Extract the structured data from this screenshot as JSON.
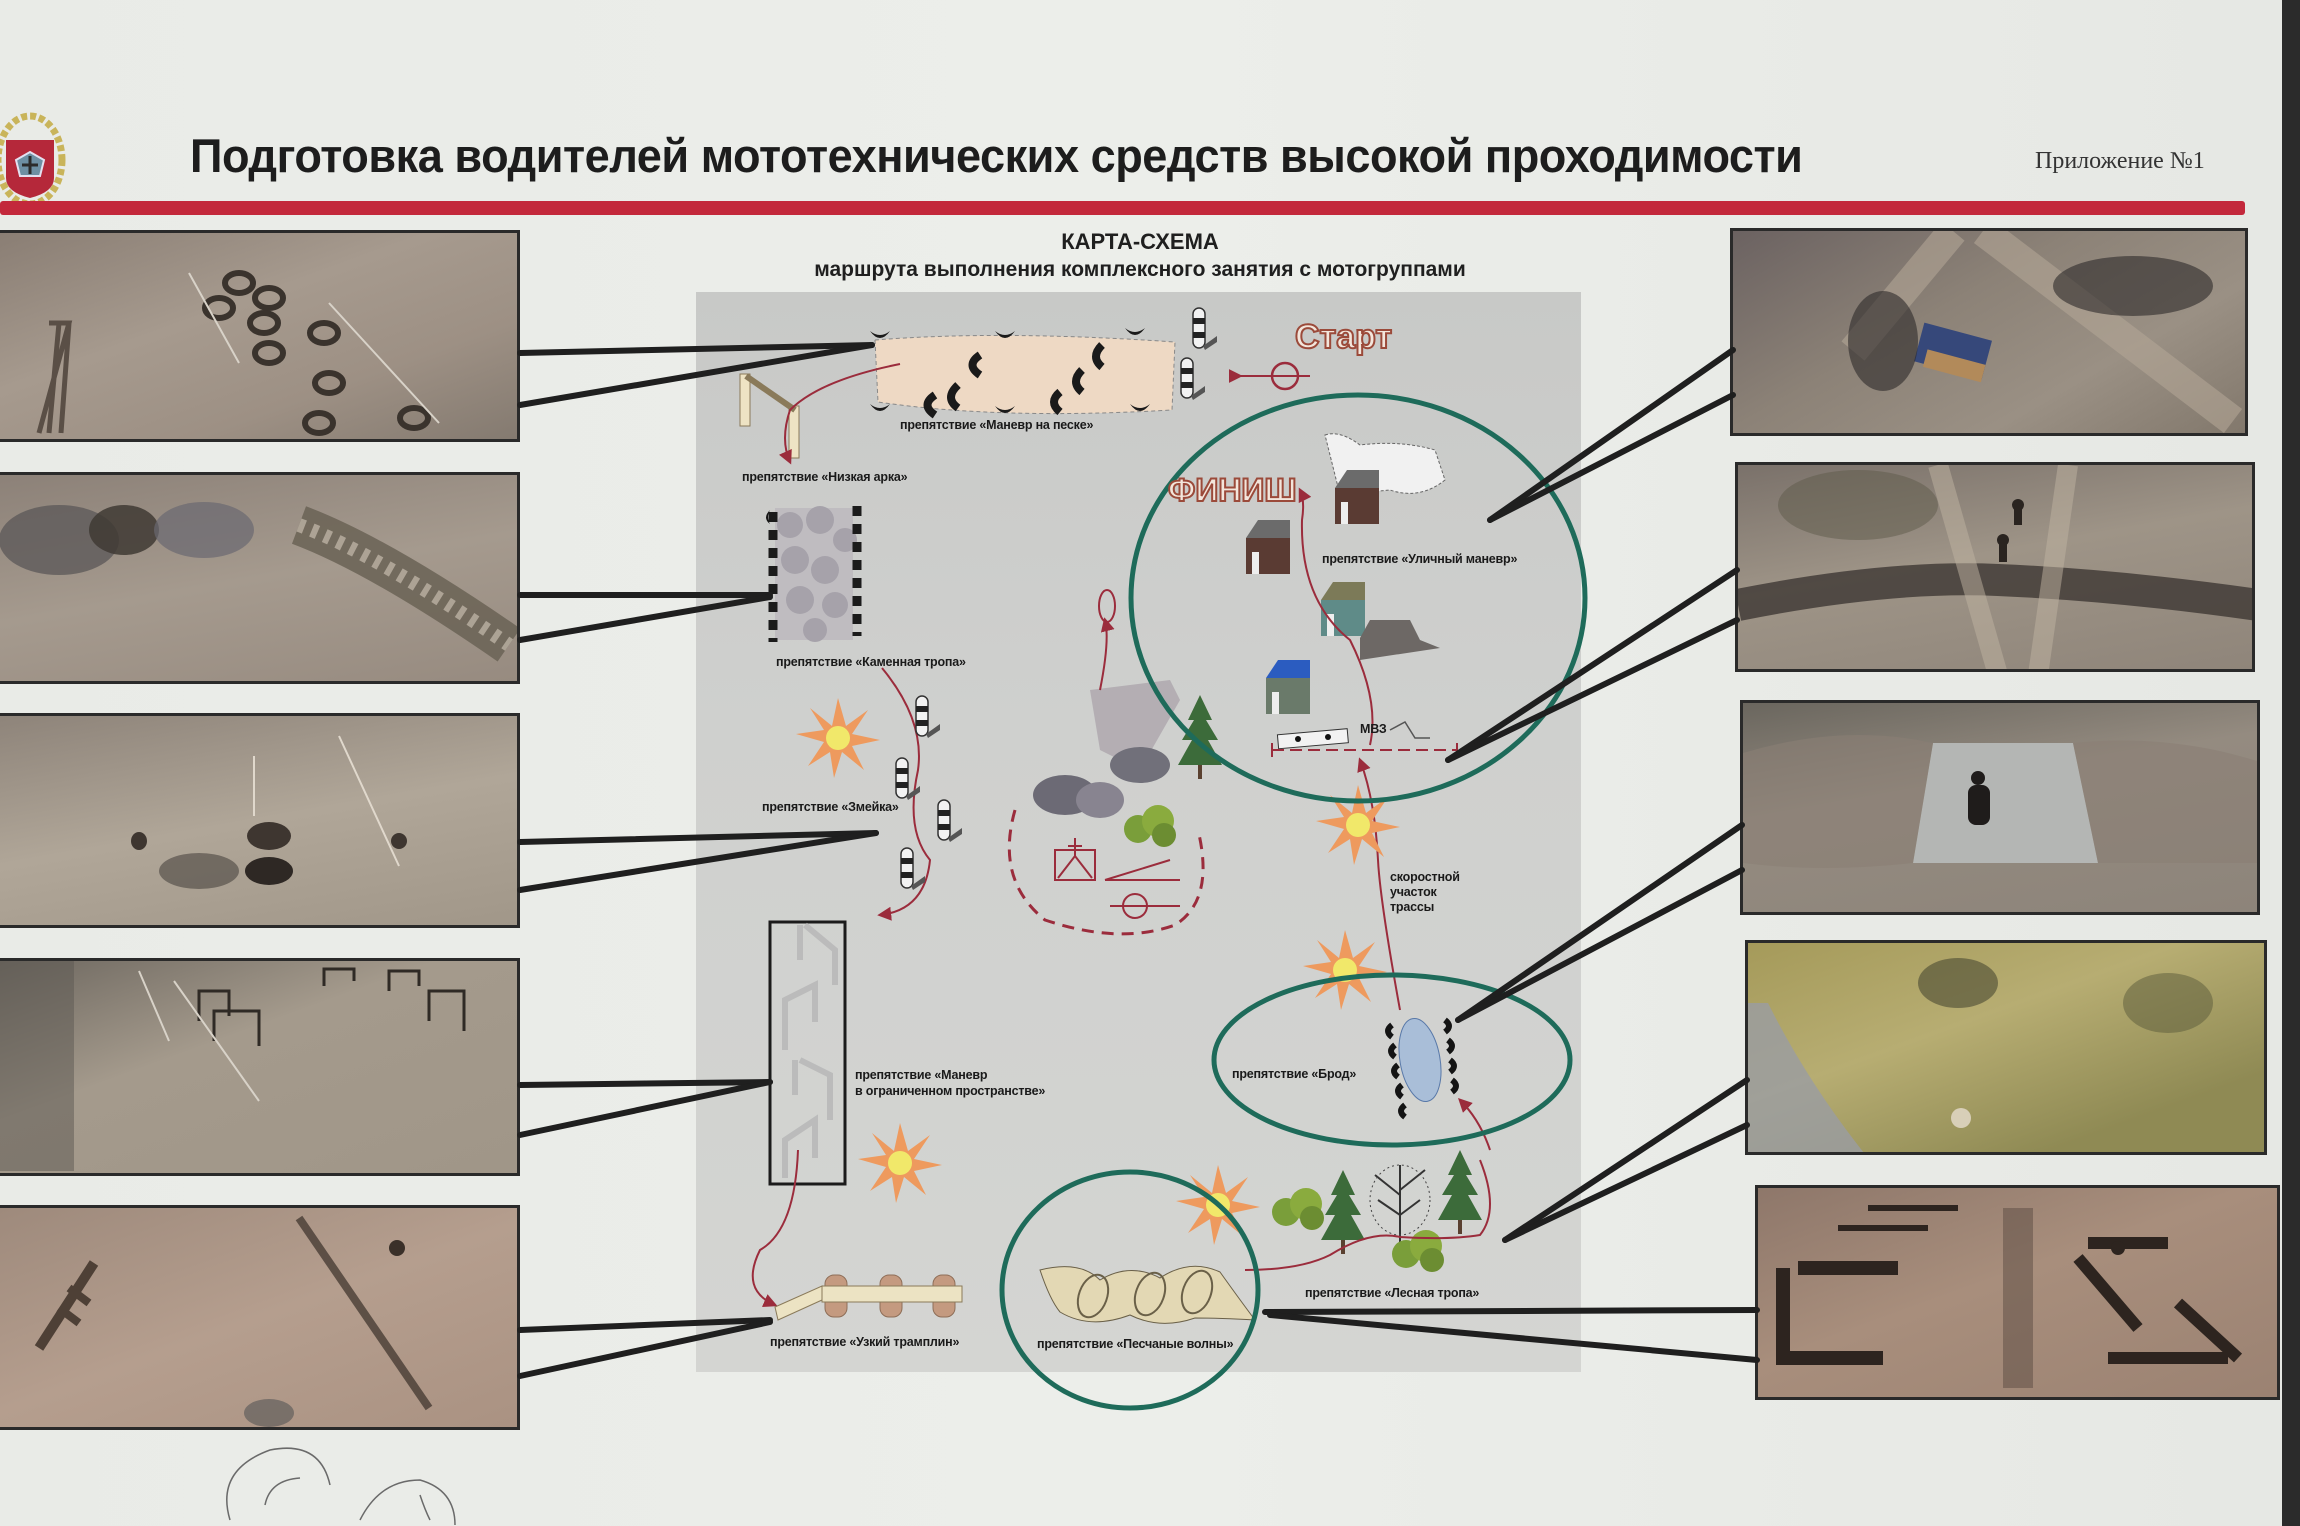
{
  "header": {
    "title": "Подготовка водителей мототехнических средств высокой проходимости",
    "annex": "Приложение №1",
    "emblem_icon": "coat-of-arms-icon",
    "accent_color": "#c3283b"
  },
  "map": {
    "title_line1": "КАРТА-СХЕМА",
    "title_line2": "маршрута выполнения комплексного занятия с мотогруппами",
    "start_label": "Старт",
    "finish_label": "ФИНИШ",
    "speed_section_label": [
      "скоростной",
      "участок",
      "трассы"
    ],
    "mvz_label": "МВЗ",
    "route_color": "#9b2c3c",
    "highlight_color": "#1e6b5a",
    "obstacles": [
      {
        "id": "sand-maneuver",
        "label": "препятствие «Маневр на песке»"
      },
      {
        "id": "low-arch",
        "label": "препятствие «Низкая арка»"
      },
      {
        "id": "stone-path",
        "label": "препятствие «Каменная тропа»"
      },
      {
        "id": "snake",
        "label": "препятствие «Змейка»"
      },
      {
        "id": "confined-maneuver",
        "label": "препятствие «Маневр",
        "label2": "в ограниченном пространстве»"
      },
      {
        "id": "narrow-ramp",
        "label": "препятствие «Узкий трамплин»"
      },
      {
        "id": "sand-waves",
        "label": "препятствие «Песчаные волны»"
      },
      {
        "id": "forest-path",
        "label": "препятствие «Лесная тропа»"
      },
      {
        "id": "ford",
        "label": "препятствие «Брод»"
      },
      {
        "id": "street-maneuver",
        "label": "препятствие «Уличный маневр»"
      }
    ]
  },
  "photos": {
    "left": [
      {
        "name": "photo-tire-course",
        "caption": "tires on sand"
      },
      {
        "name": "photo-stone-path",
        "caption": "stone pile"
      },
      {
        "name": "photo-snake-course",
        "caption": "snake posts"
      },
      {
        "name": "photo-gates-course",
        "caption": "gates"
      },
      {
        "name": "photo-ramp-course",
        "caption": "narrow ramp"
      }
    ],
    "right": [
      {
        "name": "photo-street-maneuver",
        "caption": "aerial building"
      },
      {
        "name": "photo-trench-crossing",
        "caption": "riders at trench"
      },
      {
        "name": "photo-ford",
        "caption": "water crossing"
      },
      {
        "name": "photo-forest-path",
        "caption": "forest"
      },
      {
        "name": "photo-sand-waves",
        "caption": "sand trenches"
      }
    ]
  }
}
